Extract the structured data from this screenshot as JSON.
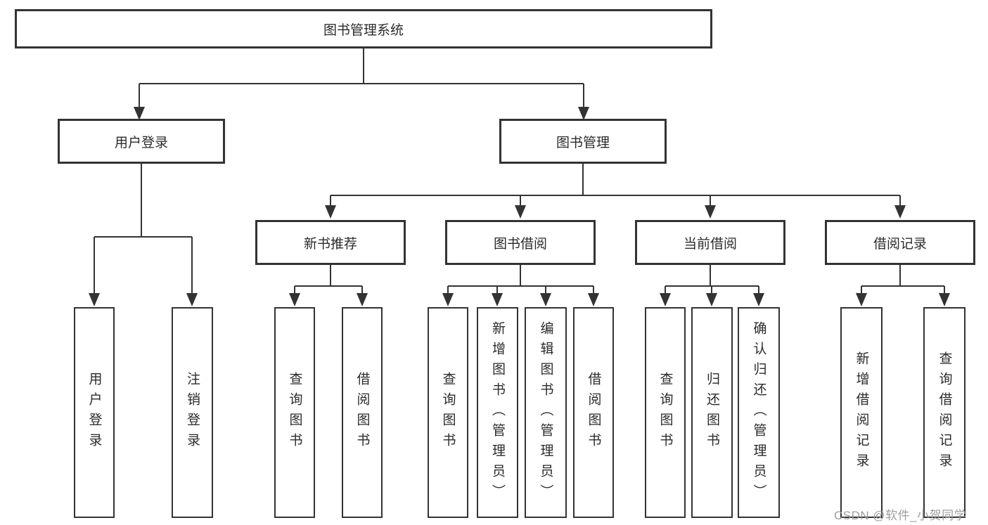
{
  "colors": {
    "line": "#333333",
    "box_border": "#333333",
    "box_background": "#ffffff",
    "text": "#2b2b2b",
    "watermark": "#9c9c9c"
  },
  "watermark": {
    "text": "CSDN @软件_小贺同学"
  },
  "tree": {
    "root": "图书管理系统",
    "level2": {
      "user_login": "用户登录",
      "book_management": "图书管理"
    },
    "level3": {
      "new_book_recommend": "新书推荐",
      "book_borrowing": "图书借阅",
      "current_borrowing": "当前借阅",
      "borrowing_records": "借阅记录"
    },
    "leaves": {
      "user_login_1": "用户登录",
      "user_login_2": "注销登录",
      "recommend_1": "查询图书",
      "recommend_2": "借阅图书",
      "borrowing_1": "查询图书",
      "borrowing_2": "新增图书（管理员）",
      "borrowing_3": "编辑图书（管理员）",
      "borrowing_4": "借阅图书",
      "current_1": "查询图书",
      "current_2": "归还图书",
      "current_3": "确认归还（管理员）",
      "records_1": "新增借阅记录",
      "records_2": "查询借阅记录"
    }
  }
}
